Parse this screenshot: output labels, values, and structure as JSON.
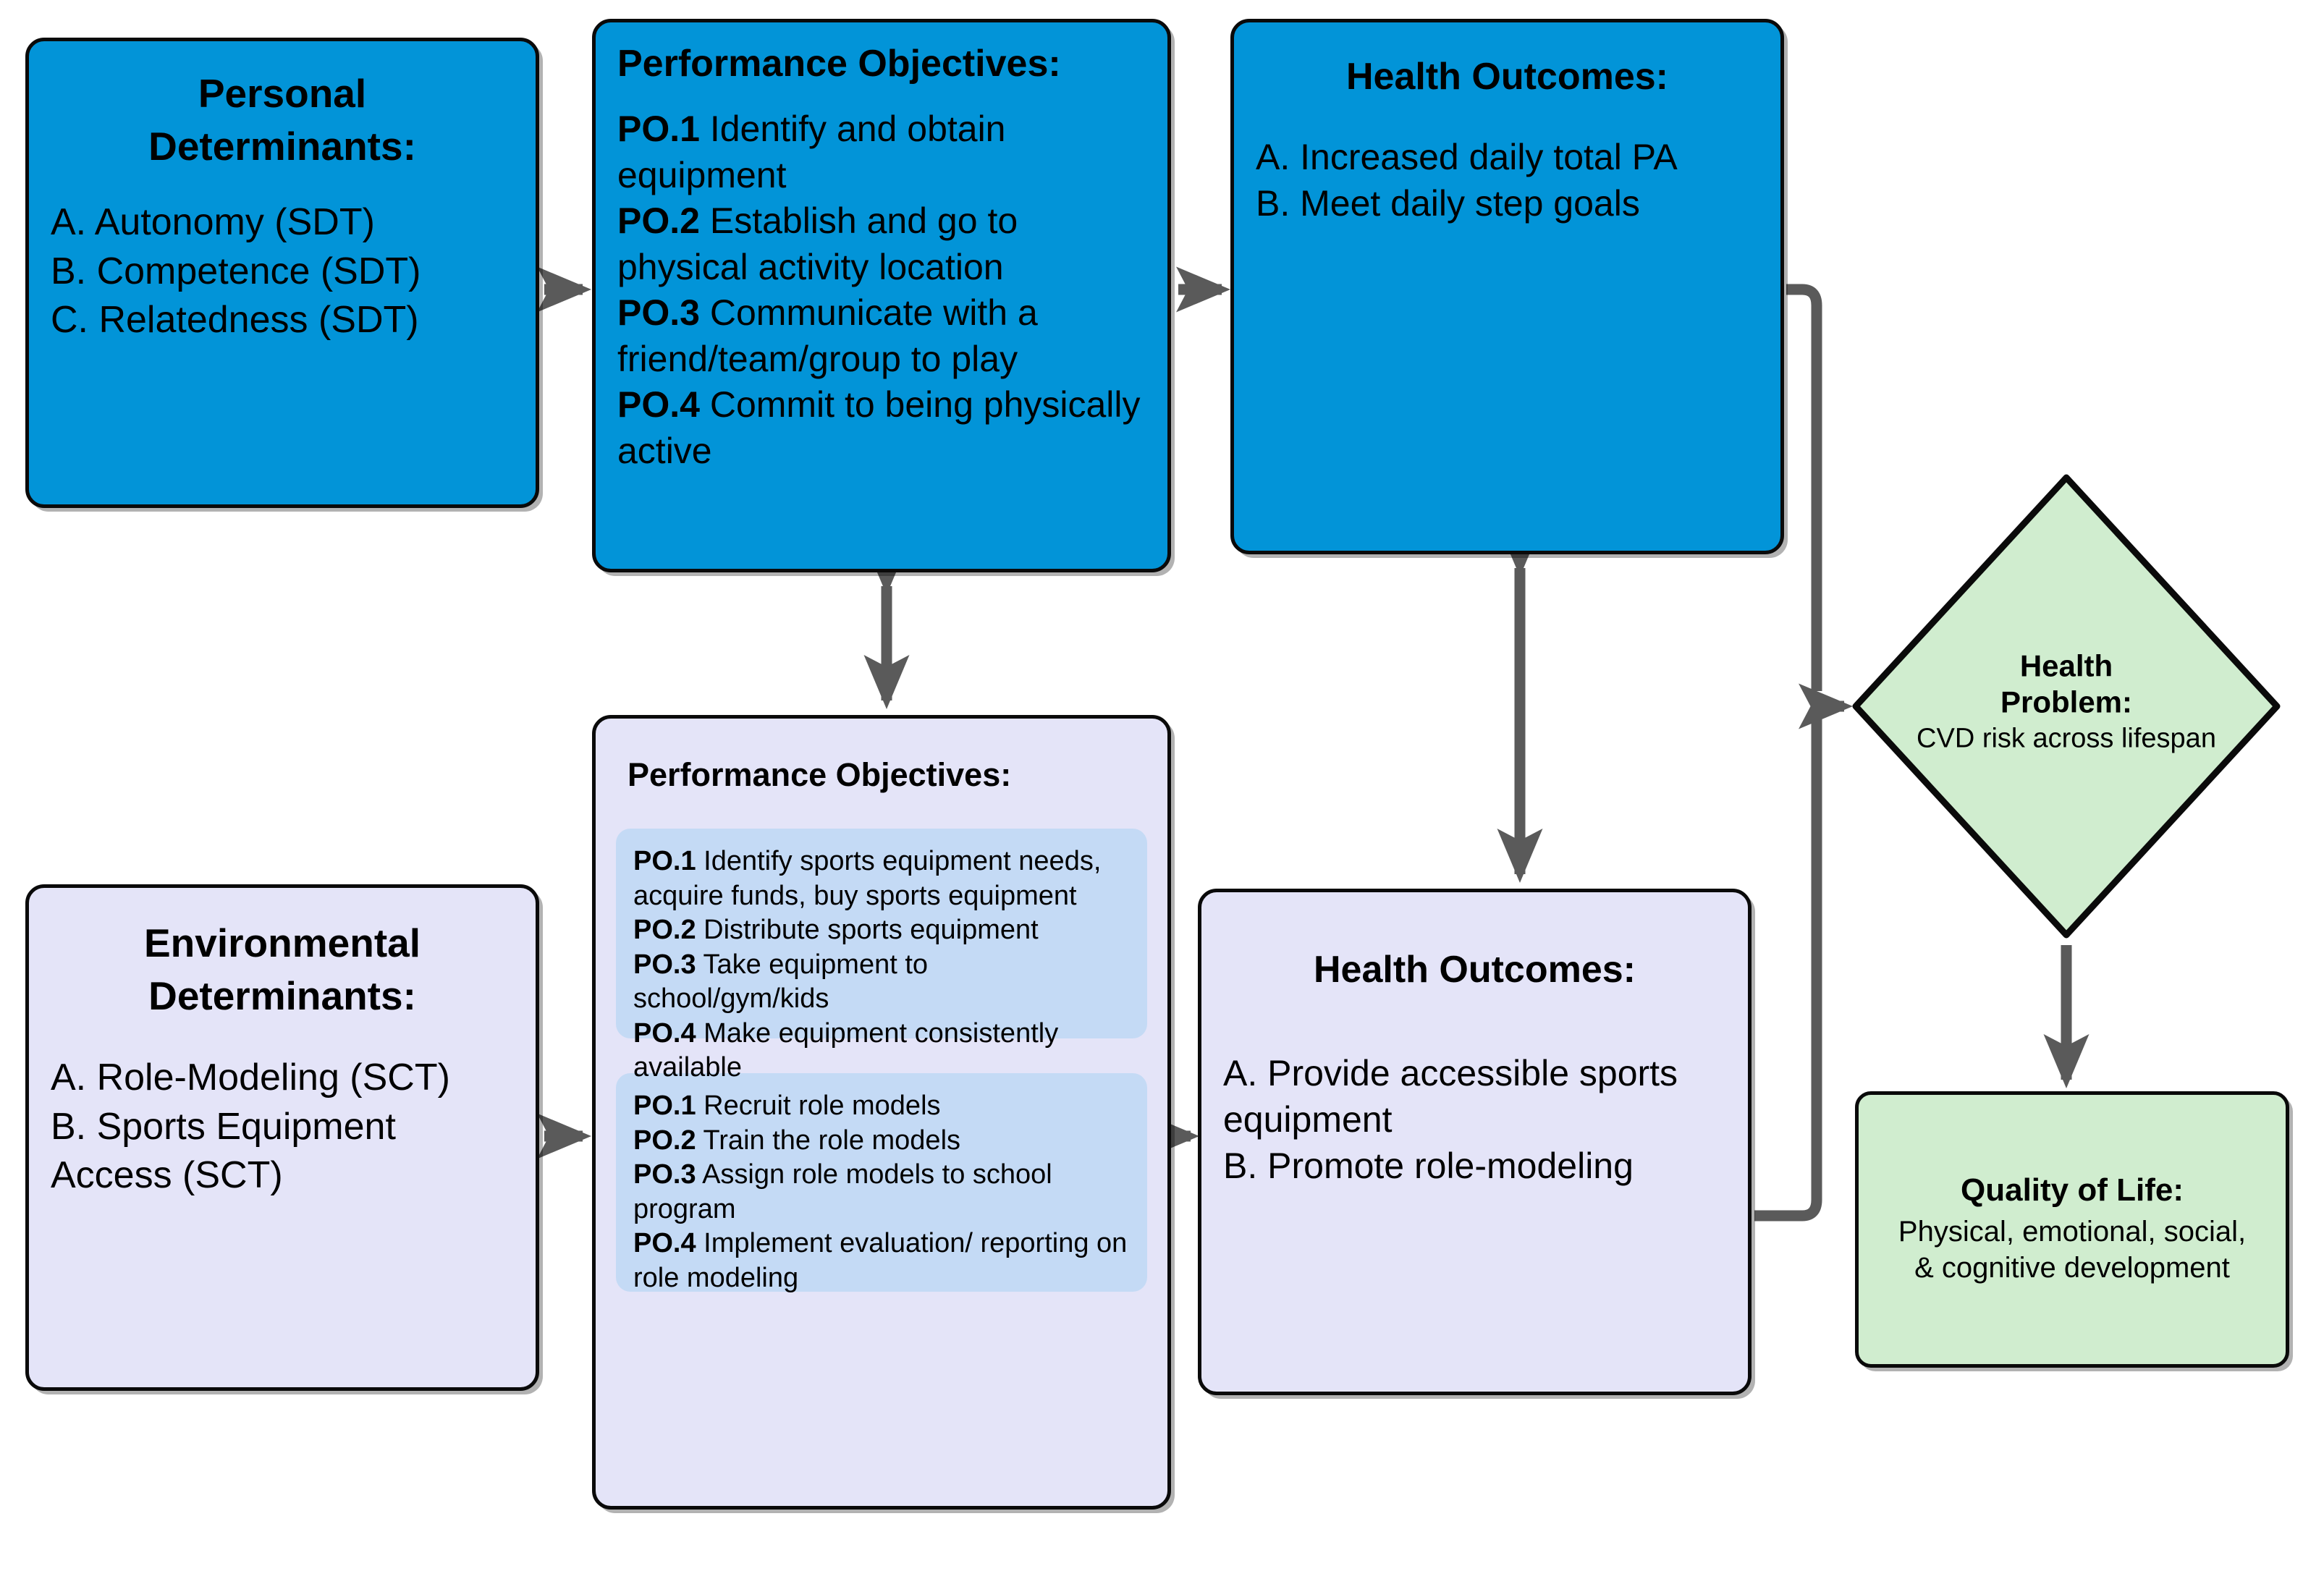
{
  "diagram": {
    "colors": {
      "blue": "#0294D8",
      "lavender": "#E4E4F8",
      "subbox_blue": "#C4DAF5",
      "green": "#D0EDCF",
      "outline": "#0a0a0a",
      "arrow": "#5A5A5A"
    }
  },
  "personal_determinants": {
    "title": "Personal\nDeterminants:",
    "items": "A. Autonomy (SDT)\nB. Competence (SDT)\nC. Relatedness (SDT)"
  },
  "po_personal": {
    "title": "Performance Objectives:",
    "items": "PO.1 Identify and obtain equipment\nPO.2 Establish and go to physical activity location\nPO.3 Communicate with a friend/team/group to play\nPO.4 Commit to being physically active",
    "objectives": [
      {
        "label": "PO.1",
        "text": "Identify and obtain equipment"
      },
      {
        "label": "PO.2",
        "text": "Establish and go to physical activity location"
      },
      {
        "label": "PO.3",
        "text": "Communicate with a friend/team/group to play"
      },
      {
        "label": "PO.4",
        "text": "Commit to being physically active"
      }
    ]
  },
  "ho_personal": {
    "title": "Health Outcomes:",
    "items": "A. Increased daily total PA\nB. Meet daily step goals"
  },
  "environmental_determinants": {
    "title": "Environmental\nDeterminants:",
    "items": "A. Role-Modeling (SCT)\nB. Sports Equipment Access (SCT)"
  },
  "po_environmental": {
    "title": "Performance Objectives:",
    "equipment_objectives": [
      {
        "label": "PO.1",
        "text": "Identify sports equipment needs, acquire funds, buy sports equipment"
      },
      {
        "label": "PO.2",
        "text": "Distribute sports equipment"
      },
      {
        "label": "PO.3",
        "text": "Take equipment to school/gym/kids"
      },
      {
        "label": "PO.4",
        "text": "Make equipment consistently available"
      }
    ],
    "rolemodel_objectives": [
      {
        "label": "PO.1",
        "text": "Recruit role models"
      },
      {
        "label": "PO.2",
        "text": "Train the role models"
      },
      {
        "label": "PO.3",
        "text": "Assign role models to school program"
      },
      {
        "label": "PO.4",
        "text": "Implement evaluation/ reporting on role modeling"
      }
    ]
  },
  "ho_environmental": {
    "title": "Health Outcomes:",
    "items": "A. Provide accessible sports equipment\nB. Promote role-modeling"
  },
  "health_problem": {
    "title": "Health\nProblem:",
    "subtitle": "CVD risk across lifespan"
  },
  "quality_of_life": {
    "title": "Quality of Life:",
    "subtitle": "Physical, emotional, social,\n& cognitive development"
  }
}
